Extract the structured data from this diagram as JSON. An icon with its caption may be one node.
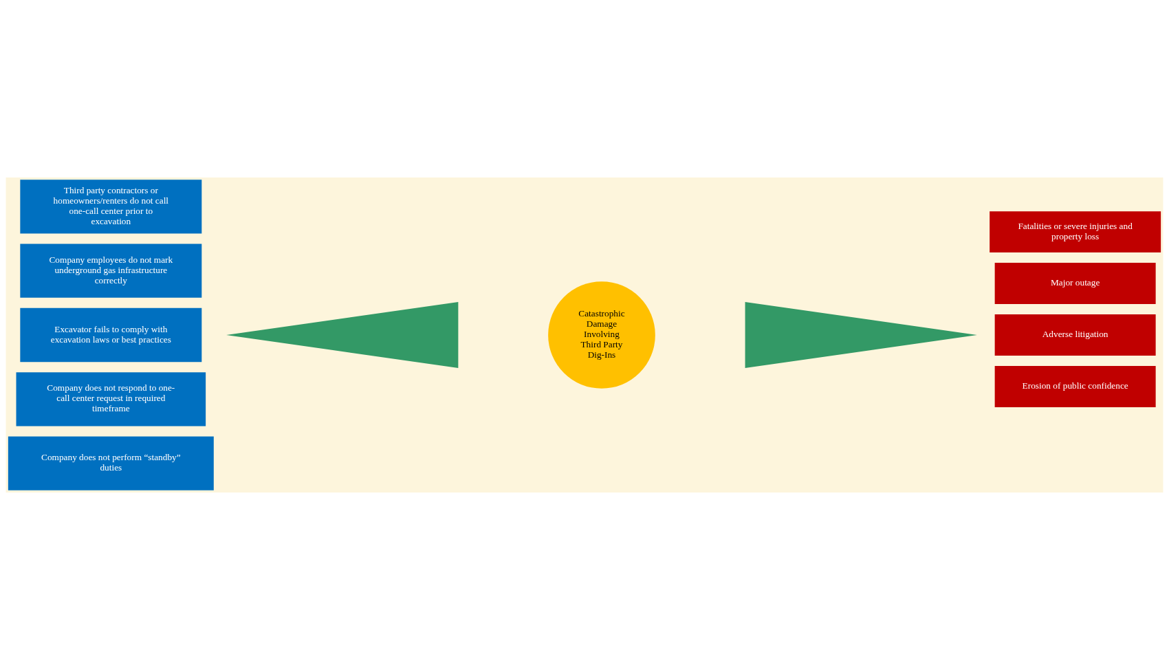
{
  "diagram": {
    "nodes": [
      {
        "text": [
          "Third party contractors or homeowners/renters do not call one-call center prior to excavation"
        ]
      },
      {
        "text": [
          "Company employees do not mark underground gas infrastructure correctly"
        ]
      },
      {
        "text": [
          "Excavator fails to comply with excavation laws or best practices"
        ]
      },
      {
        "text": [
          "Company does not respond to one-call center request in required timeframe"
        ]
      },
      {
        "text": [
          "Company does not perform “standby” duties"
        ]
      },
      {
        "text": [],
        "shape": "triangle"
      },
      {
        "text": [
          "Catastrophic Damage Involving Third Party Dig-Ins"
        ]
      },
      {
        "text": [],
        "shape": "triangle"
      },
      {
        "text": [
          "Fatalities or severe injuries and property loss"
        ]
      },
      {
        "text": [
          "Major outage"
        ]
      },
      {
        "text": [
          "Adverse litigation"
        ]
      },
      {
        "text": [
          "Erosion of public confidence"
        ]
      }
    ],
    "edges": []
  }
}
